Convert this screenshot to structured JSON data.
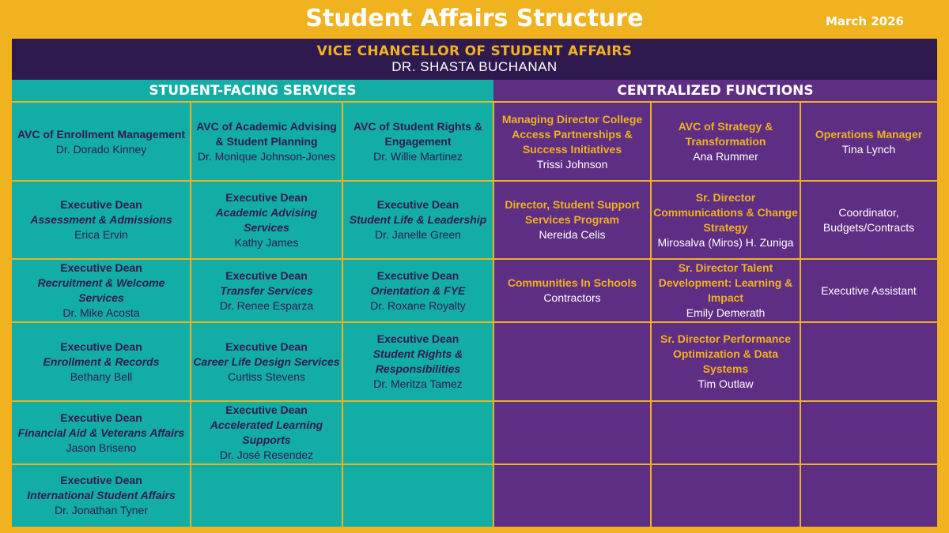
{
  "title": "Student Affairs Structure",
  "date": "March 2026",
  "vice_chancellor": {
    "role": "VICE CHANCELLOR OF STUDENT AFFAIRS",
    "name": "DR. SHASTA BUCHANAN"
  },
  "sections": {
    "left": "STUDENT-FACING SERVICES",
    "right": "CENTRALIZED FUNCTIONS"
  },
  "colors": {
    "gold": "#f1b21f",
    "teal": "#12ada5",
    "purple": "#5e2d84",
    "dark_purple": "#2f1a4f"
  },
  "student_facing": [
    [
      {
        "title": "AVC of Enrollment Management",
        "area": "",
        "name": "Dr. Dorado Kinney"
      },
      {
        "title": "AVC of Academic Advising & Student Planning",
        "area": "",
        "name": "Dr. Monique Johnson-Jones"
      },
      {
        "title": "AVC of Student Rights & Engagement",
        "area": "",
        "name": "Dr. Willie Martinez"
      }
    ],
    [
      {
        "title": "Executive Dean",
        "area": "Assessment & Admissions",
        "name": "Erica Ervin"
      },
      {
        "title": "Executive Dean",
        "area": "Academic Advising Services",
        "name": "Kathy James"
      },
      {
        "title": "Executive Dean",
        "area": "Student Life & Leadership",
        "name": "Dr. Janelle Green"
      }
    ],
    [
      {
        "title": "Executive Dean",
        "area": "Recruitment & Welcome Services",
        "name": "Dr. Mike Acosta"
      },
      {
        "title": "Executive Dean",
        "area": "Transfer Services",
        "name": "Dr. Renee Esparza"
      },
      {
        "title": "Executive Dean",
        "area": "Orientation & FYE",
        "name": "Dr. Roxane Royalty"
      }
    ],
    [
      {
        "title": "Executive Dean",
        "area": "Enrollment & Records",
        "name": "Bethany Bell"
      },
      {
        "title": "Executive Dean",
        "area": "Career Life Design Services",
        "name": "Curtiss Stevens"
      },
      {
        "title": "Executive Dean",
        "area": "Student Rights & Responsibilities",
        "name": "Dr. Meritza Tamez"
      }
    ],
    [
      {
        "title": "Executive Dean",
        "area": "Financial Aid & Veterans Affairs",
        "name": "Jason Briseno"
      },
      {
        "title": "Executive Dean",
        "area": "Accelerated Learning Supports",
        "name": "Dr. José Resendez"
      },
      {
        "title": "",
        "area": "",
        "name": ""
      }
    ],
    [
      {
        "title": "Executive Dean",
        "area": "International Student Affairs",
        "name": "Dr. Jonathan Tyner"
      },
      {
        "title": "",
        "area": "",
        "name": ""
      },
      {
        "title": "",
        "area": "",
        "name": ""
      }
    ]
  ],
  "centralized": [
    [
      {
        "title": "Managing Director College Access Partnerships & Success Initiatives",
        "name": "Trissi Johnson"
      },
      {
        "title": "AVC of Strategy & Transformation",
        "name": "Ana Rummer"
      },
      {
        "title": "Operations Manager",
        "name": "Tina Lynch"
      }
    ],
    [
      {
        "title": "Director, Student Support Services Program",
        "name": "Nereida Celis"
      },
      {
        "title": "Sr. Director Communications & Change Strategy",
        "name": "Mirosalva (Miros) H. Zuniga"
      },
      {
        "title": "",
        "name": "Coordinator, Budgets/Contracts"
      }
    ],
    [
      {
        "title": "Communities In Schools",
        "name": "Contractors"
      },
      {
        "title": "Sr. Director Talent Development: Learning & Impact",
        "name": "Emily Demerath"
      },
      {
        "title": "",
        "name": "Executive Assistant"
      }
    ],
    [
      {
        "title": "",
        "name": ""
      },
      {
        "title": "Sr. Director Performance Optimization & Data Systems",
        "name": "Tim Outlaw"
      },
      {
        "title": "",
        "name": ""
      }
    ],
    [
      {
        "title": "",
        "name": ""
      },
      {
        "title": "",
        "name": ""
      },
      {
        "title": "",
        "name": ""
      }
    ],
    [
      {
        "title": "",
        "name": ""
      },
      {
        "title": "",
        "name": ""
      },
      {
        "title": "",
        "name": ""
      }
    ]
  ]
}
